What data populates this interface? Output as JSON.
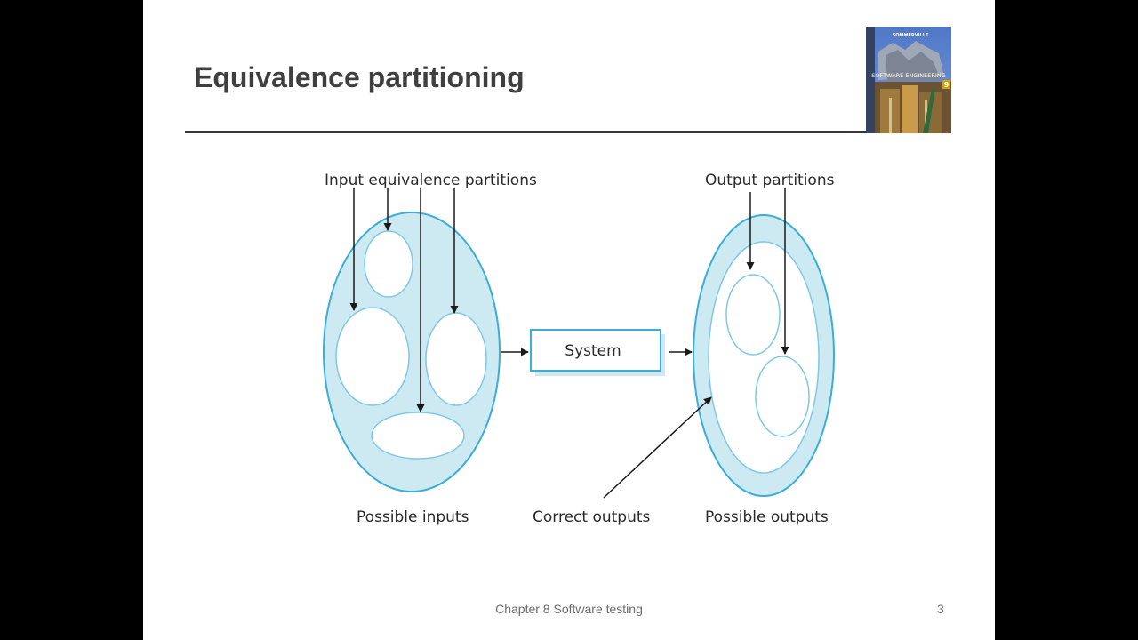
{
  "slide": {
    "title": "Equivalence partitioning",
    "footer": "Chapter 8 Software testing",
    "page_number": "3"
  },
  "book_cover": {
    "author": "SOMMERVILLE",
    "title": "SOFTWARE ENGINEERING",
    "edition": "9"
  },
  "diagram": {
    "input_partitions_label": "Input equivalence partitions",
    "output_partitions_label": "Output partitions",
    "system_label": "System",
    "possible_inputs_label": "Possible inputs",
    "correct_outputs_label": "Correct outputs",
    "possible_outputs_label": "Possible outputs"
  },
  "colors": {
    "slide_background": "#ffffff",
    "frame_background": "#000000",
    "ellipse_fill": "#cde9f1",
    "ellipse_stroke": "#3aaed8",
    "title_text": "#3f3f3f"
  }
}
